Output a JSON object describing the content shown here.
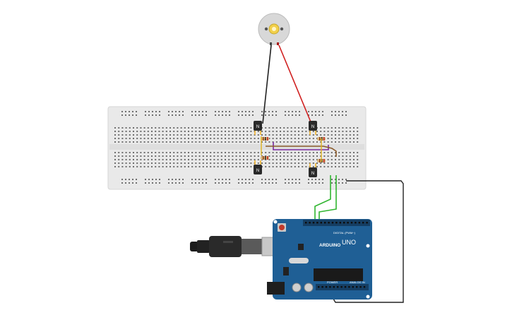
{
  "circuit": {
    "transistors": [
      {
        "label": "N"
      },
      {
        "label": "N"
      },
      {
        "label": "N"
      },
      {
        "label": "N"
      }
    ],
    "arduino": {
      "brand_text": "ARDUINO",
      "model_text": "UNO",
      "digital_header_text": "DIGITAL (PWM~)",
      "power_header_text": "POWER",
      "analog_header_text": "ANALOG IN"
    },
    "colors": {
      "breadboard": "#e9e9e9",
      "arduino_board": "#1f5f95",
      "wire_black": "#222222",
      "wire_red": "#d02020",
      "wire_green": "#2fb52f",
      "wire_purple": "#7a2aa0",
      "wire_brown": "#8a5a2a",
      "transistor": "#2a2a2a"
    },
    "icons": [
      "dc-motor-icon",
      "usb-cable-icon",
      "reset-button-icon",
      "power-jack-icon"
    ]
  }
}
